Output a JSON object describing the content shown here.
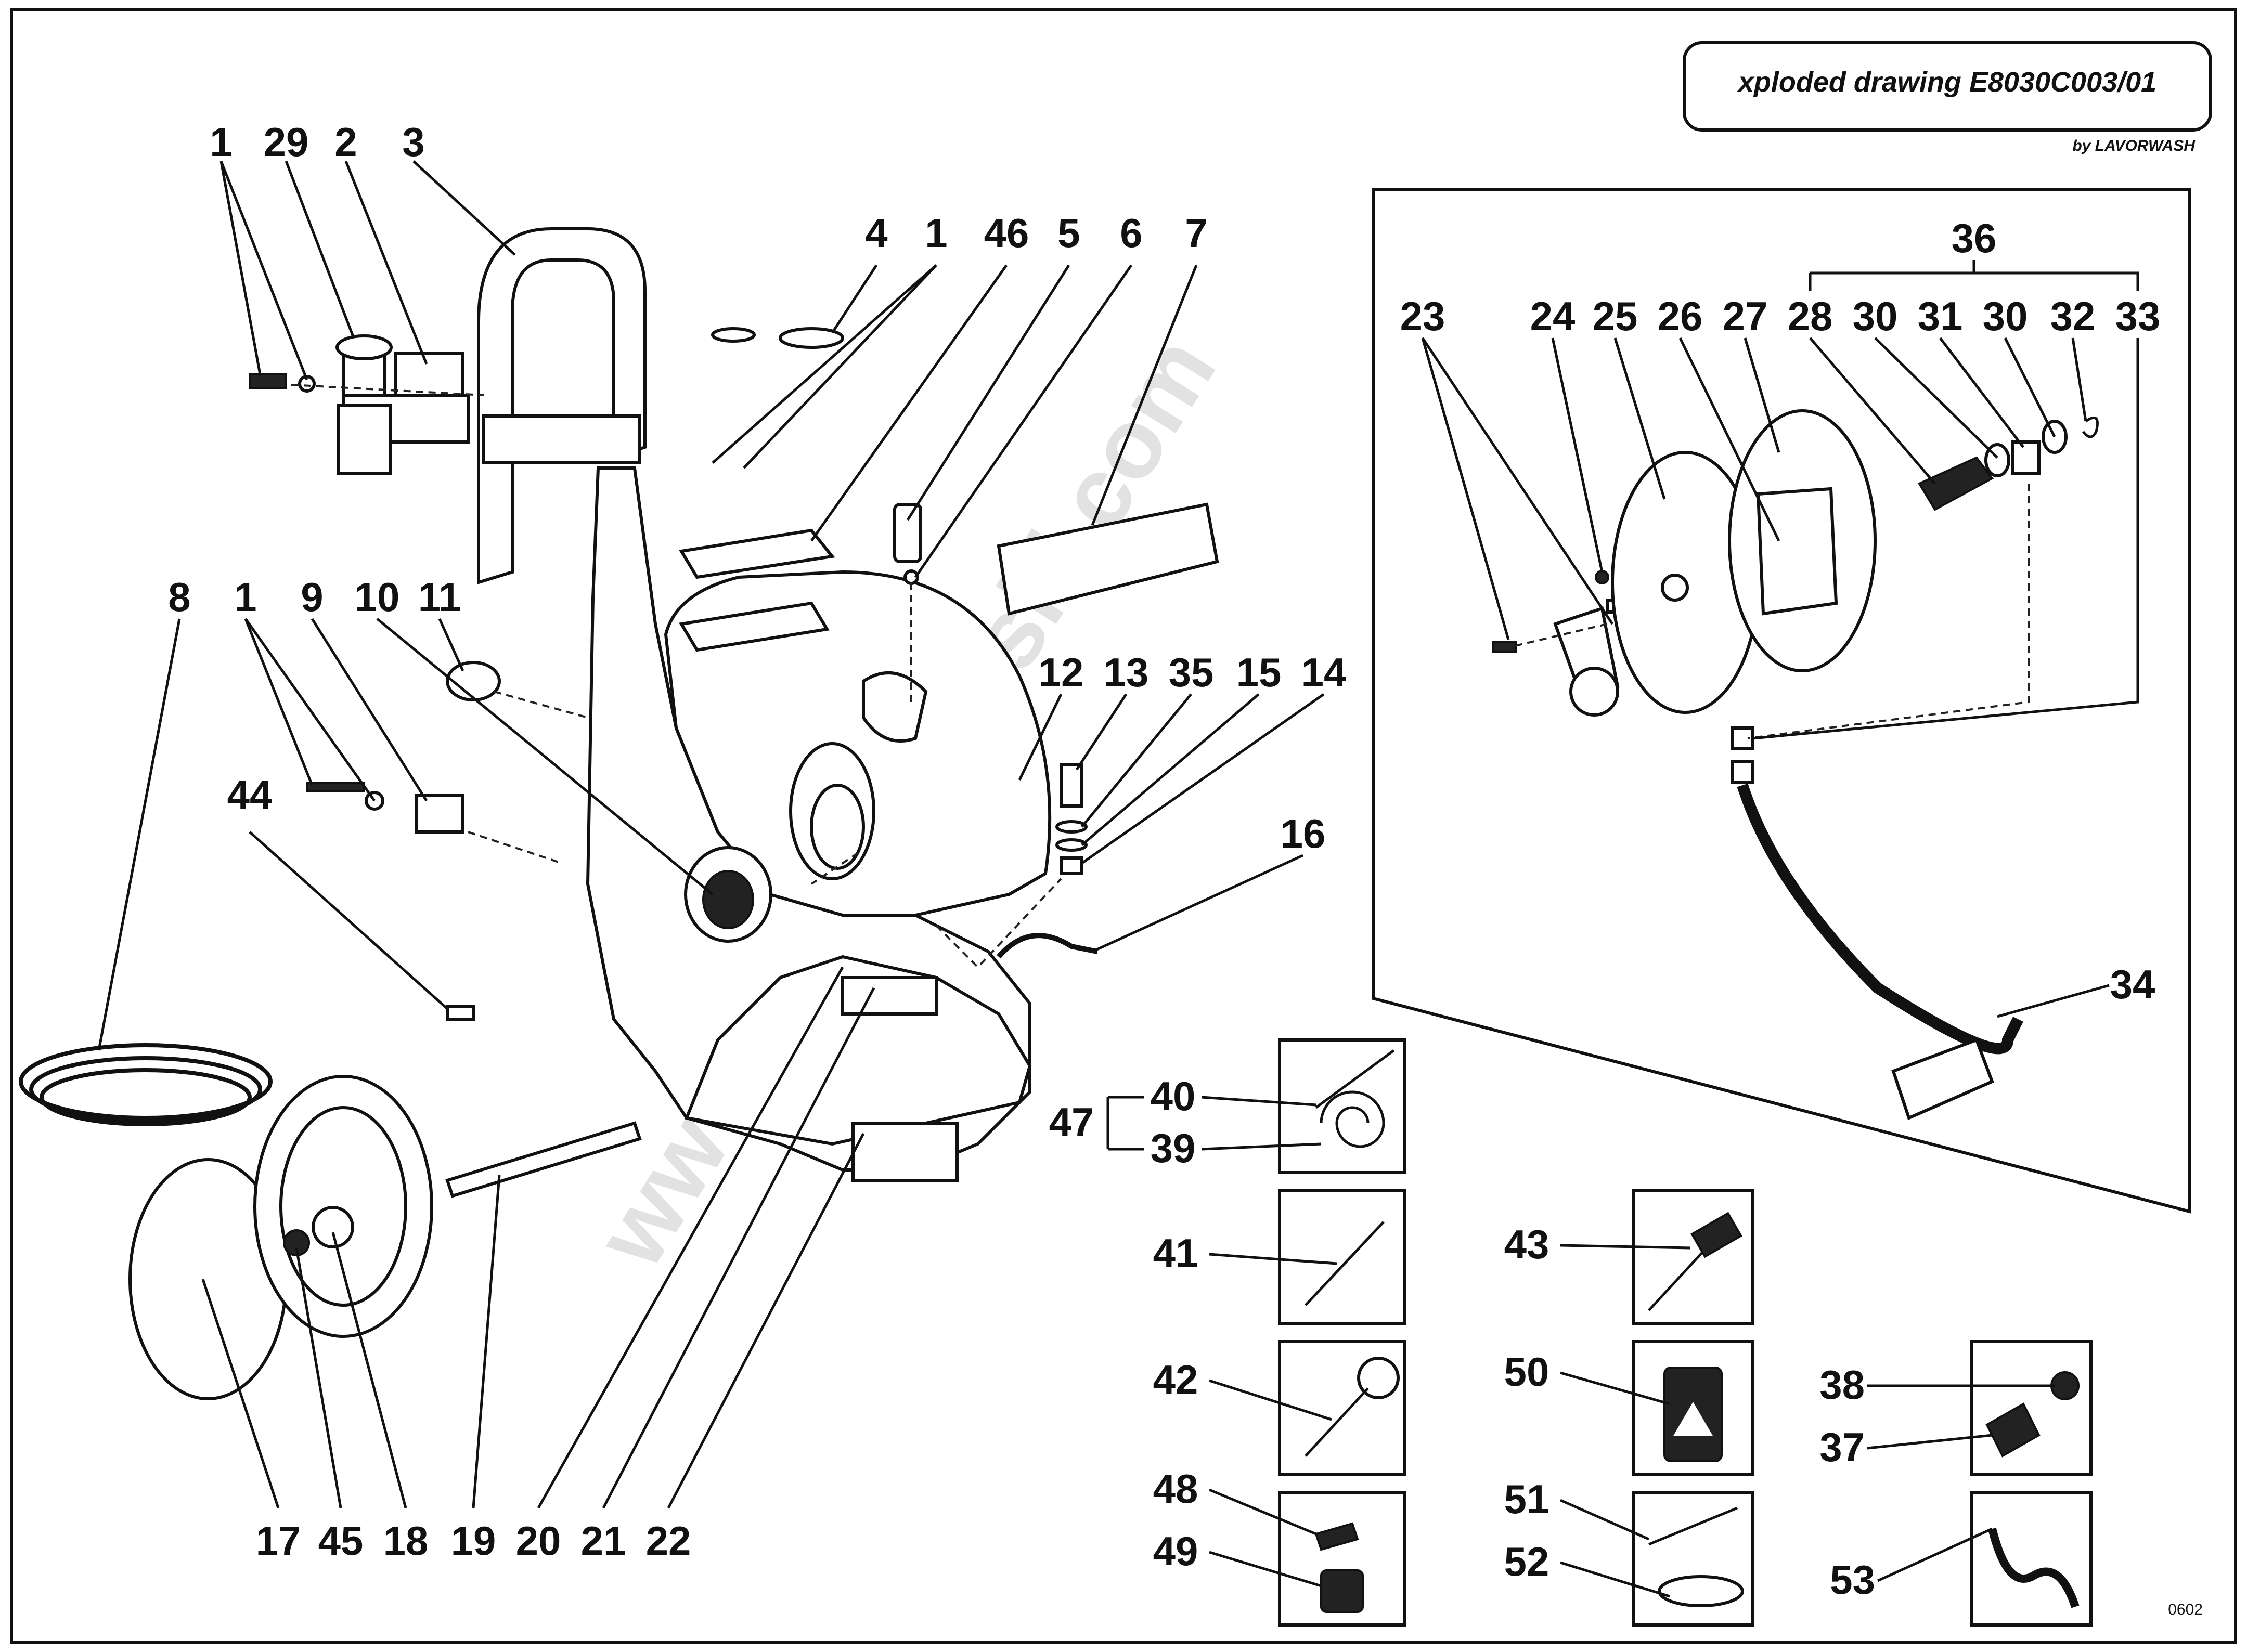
{
  "header": {
    "title": "xploded drawing E8030C003/01",
    "brand": "by LAVORWASH"
  },
  "watermark": "www.pricoutensili.com",
  "drawing_code": "0602",
  "labels": {
    "l1a": "1",
    "l29": "29",
    "l2": "2",
    "l3": "3",
    "l4": "4",
    "l1b": "1",
    "l46": "46",
    "l5": "5",
    "l6": "6",
    "l7": "7",
    "l8": "8",
    "l1c": "1",
    "l9": "9",
    "l10": "10",
    "l11": "11",
    "l44": "44",
    "l12": "12",
    "l13": "13",
    "l35": "35",
    "l15": "15",
    "l14": "14",
    "l16": "16",
    "l17": "17",
    "l45": "45",
    "l18": "18",
    "l19": "19",
    "l20": "20",
    "l21": "21",
    "l22": "22",
    "l36": "36",
    "l23": "23",
    "l24": "24",
    "l25": "25",
    "l26": "26",
    "l27": "27",
    "l28": "28",
    "l30a": "30",
    "l31": "31",
    "l30b": "30",
    "l32": "32",
    "l33": "33",
    "l34": "34",
    "l47": "47",
    "l40": "40",
    "l39": "39",
    "l41": "41",
    "l42": "42",
    "l48": "48",
    "l49": "49",
    "l43": "43",
    "l50": "50",
    "l51": "51",
    "l52": "52",
    "l38": "38",
    "l37": "37",
    "l53": "53"
  }
}
